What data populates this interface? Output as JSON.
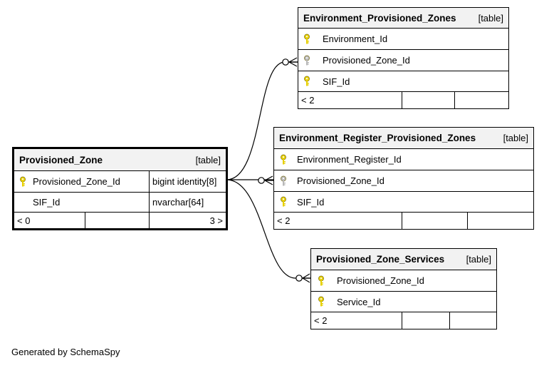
{
  "colors": {
    "pk_key": "#e6cf00",
    "fk_key": "#b8b8b8",
    "header_bg": "#f2f2f2",
    "line": "#000000"
  },
  "tables": {
    "provisioned_zone": {
      "name": "Provisioned_Zone",
      "kind": "[table]",
      "columns": [
        {
          "name": "Provisioned_Zone_Id",
          "type": "bigint identity[8]",
          "icon": "primary-key-icon"
        },
        {
          "name": "SIF_Id",
          "type": "nvarchar[64]",
          "icon": ""
        }
      ],
      "footer": {
        "parents": "< 0",
        "children": "3 >"
      }
    },
    "env_prov_zones": {
      "name": "Environment_Provisioned_Zones",
      "kind": "[table]",
      "columns": [
        {
          "name": "Environment_Id",
          "icon": "primary-key-icon"
        },
        {
          "name": "Provisioned_Zone_Id",
          "icon": "foreign-key-icon"
        },
        {
          "name": "SIF_Id",
          "icon": "primary-key-icon"
        }
      ],
      "footer": {
        "parents": "< 2"
      }
    },
    "env_reg_prov_zones": {
      "name": "Environment_Register_Provisioned_Zones",
      "kind": "[table]",
      "columns": [
        {
          "name": "Environment_Register_Id",
          "icon": "primary-key-icon"
        },
        {
          "name": "Provisioned_Zone_Id",
          "icon": "foreign-key-icon"
        },
        {
          "name": "SIF_Id",
          "icon": "primary-key-icon"
        }
      ],
      "footer": {
        "parents": "< 2"
      }
    },
    "prov_zone_services": {
      "name": "Provisioned_Zone_Services",
      "kind": "[table]",
      "columns": [
        {
          "name": "Provisioned_Zone_Id",
          "icon": "primary-key-icon"
        },
        {
          "name": "Service_Id",
          "icon": "primary-key-icon"
        }
      ],
      "footer": {
        "parents": "< 2"
      }
    }
  },
  "relationships": [
    {
      "from": "Provisioned_Zone.Provisioned_Zone_Id",
      "to": "Environment_Provisioned_Zones.Provisioned_Zone_Id",
      "cardinality": "one-to-many"
    },
    {
      "from": "Provisioned_Zone.Provisioned_Zone_Id",
      "to": "Environment_Register_Provisioned_Zones.Provisioned_Zone_Id",
      "cardinality": "one-to-many"
    },
    {
      "from": "Provisioned_Zone.Provisioned_Zone_Id",
      "to": "Provisioned_Zone_Services.Provisioned_Zone_Id",
      "cardinality": "one-to-many"
    }
  ],
  "credit": "Generated by SchemaSpy"
}
